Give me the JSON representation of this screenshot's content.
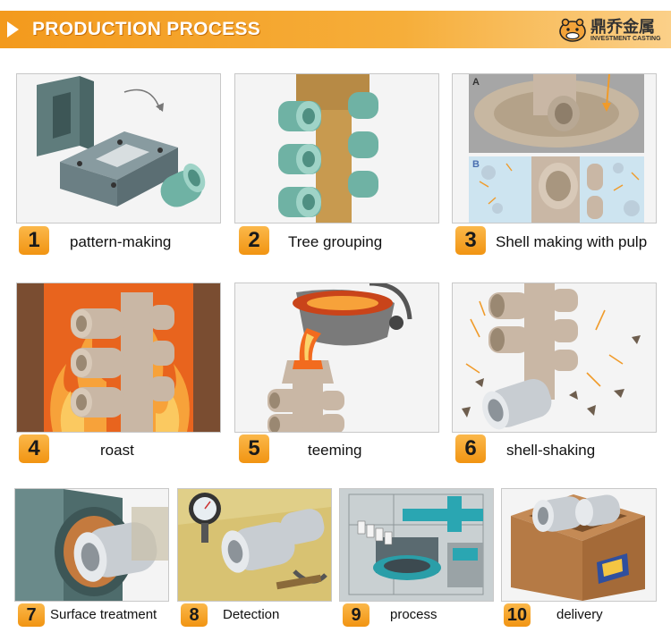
{
  "header": {
    "title": "PRODUCTION PROCESS",
    "logo_cn": "鼎乔金属",
    "logo_en": "INVESTMENT CASTING"
  },
  "steps": [
    {
      "number": "1",
      "label": "pattern-making"
    },
    {
      "number": "2",
      "label": "Tree grouping"
    },
    {
      "number": "3",
      "label": "Shell making with pulp"
    },
    {
      "number": "4",
      "label": "roast"
    },
    {
      "number": "5",
      "label": "teeming"
    },
    {
      "number": "6",
      "label": "shell-shaking"
    },
    {
      "number": "7",
      "label": "Surface treatment"
    },
    {
      "number": "8",
      "label": "Detection"
    },
    {
      "number": "9",
      "label": "process"
    },
    {
      "number": "10",
      "label": "delivery"
    }
  ],
  "illustration_markers": {
    "step3_a": "A",
    "step3_b": "B"
  },
  "colors": {
    "accent": "#f39a1d",
    "badge": "#f5a21f",
    "wax_teal": "#6fb2a4",
    "ceramic": "#c9b7a5",
    "steel": "#c8cdd2"
  }
}
